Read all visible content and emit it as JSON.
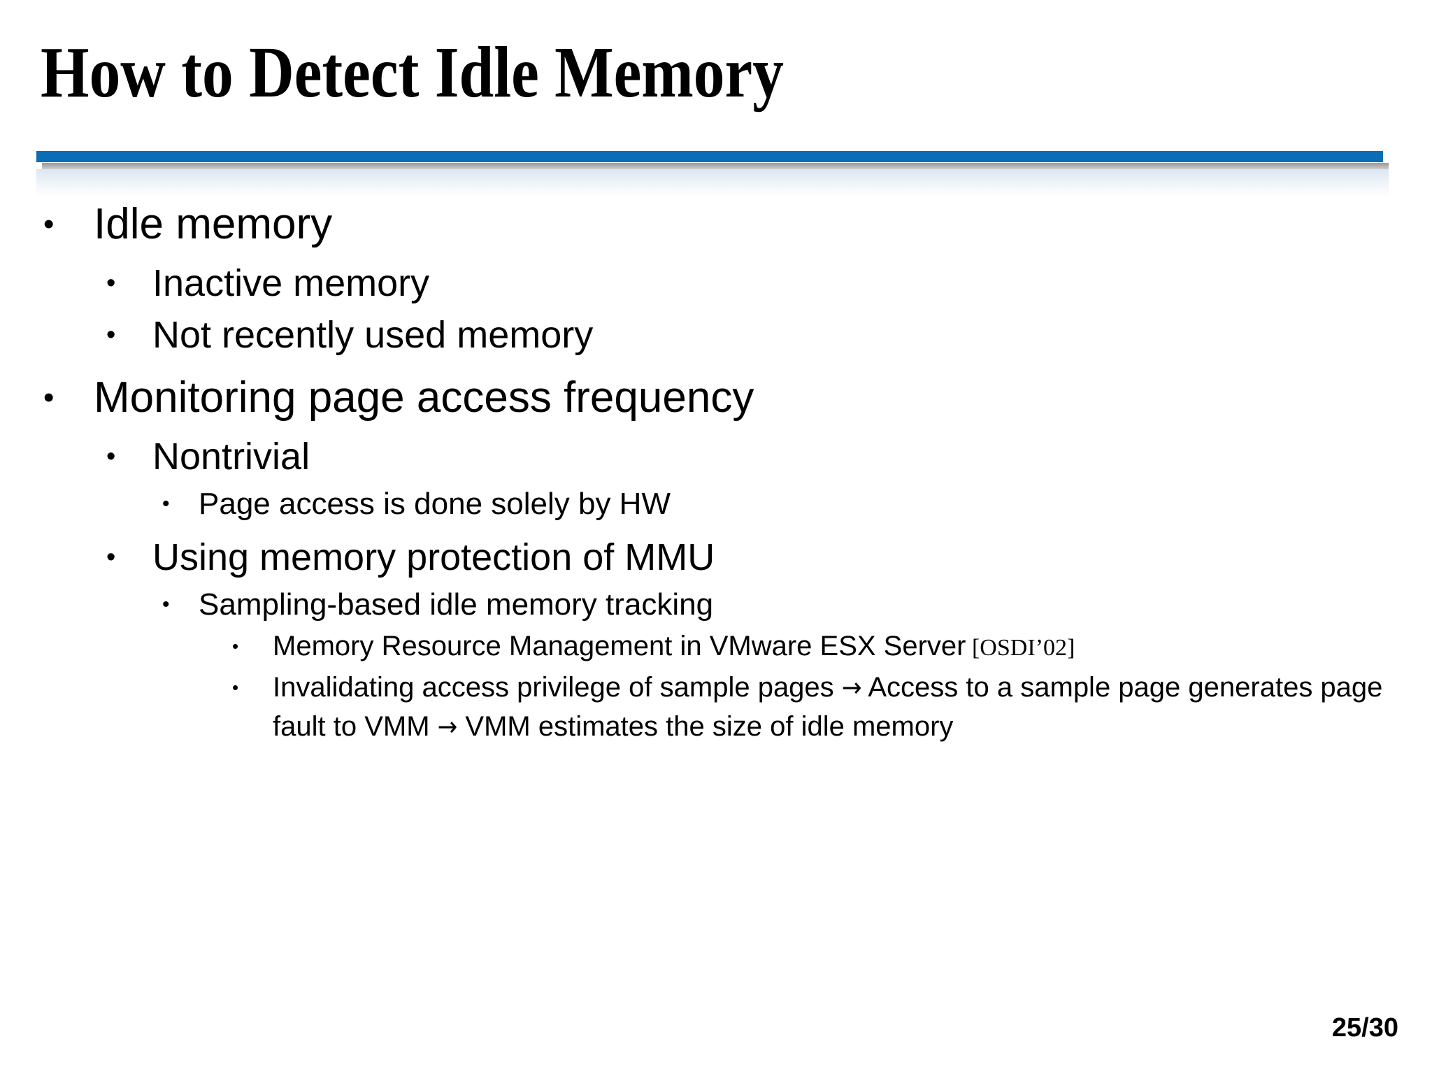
{
  "slide": {
    "title": "How to Detect Idle Memory",
    "page_number": "25/30",
    "accent_color": "#0B6DB5",
    "shadow_color": "#b4b4b4",
    "background_color": "#ffffff",
    "text_color": "#000000"
  },
  "bullets": {
    "marker": "•",
    "b1": {
      "text": "Idle memory",
      "level": 1
    },
    "b2": {
      "text": "Inactive memory",
      "level": 2
    },
    "b3": {
      "text": "Not recently used memory",
      "level": 2
    },
    "b4": {
      "text": "Monitoring page access frequency",
      "level": 1
    },
    "b5": {
      "text": "Nontrivial",
      "level": 2
    },
    "b6": {
      "text": "Page access is done solely by HW",
      "level": 3
    },
    "b7": {
      "text": "Using memory protection of MMU",
      "level": 2
    },
    "b8": {
      "text": "Sampling-based idle memory tracking",
      "level": 3
    },
    "b9": {
      "text": "Memory Resource Management in VMware ESX Server",
      "citation": "[OSDI’02]",
      "level": 4
    },
    "b10": {
      "part1": "Invalidating access privilege of sample pages",
      "arrow1": "→",
      "part2": "Access to a sample page generates page fault to VMM",
      "arrow2": "→",
      "part3": "VMM estimates the size of idle memory",
      "level": 4
    }
  }
}
